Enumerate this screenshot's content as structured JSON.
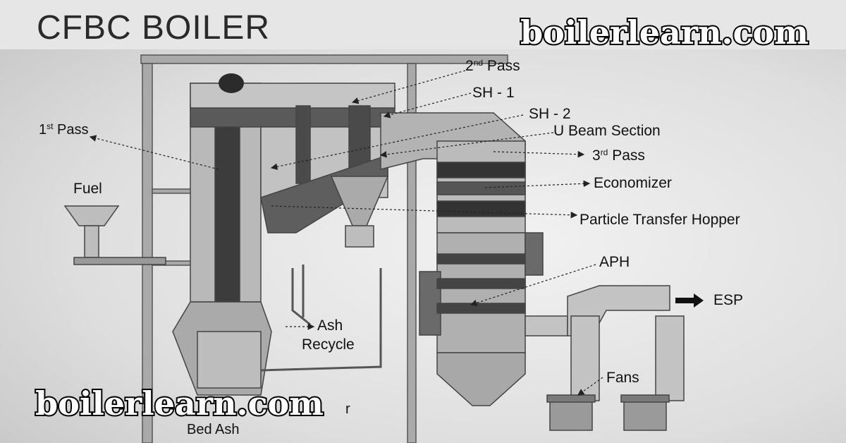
{
  "title": "CFBC BOILER",
  "watermark_top": "boilerlearn.com",
  "watermark_bottom": "boilerlearn.com",
  "labels": {
    "first_pass_base": "1",
    "first_pass_sup": "st",
    "first_pass_rest": " Pass",
    "second_pass_base": "2",
    "second_pass_sup": "nd",
    "second_pass_rest": " Pass",
    "third_pass_base": "3",
    "third_pass_sup": "rd",
    "third_pass_rest": " Pass",
    "sh1": "SH - 1",
    "sh2": "SH - 2",
    "u_beam": "U Beam Section",
    "economizer": "Economizer",
    "particle_hopper": "Particle Transfer Hopper",
    "fuel": "Fuel",
    "aph": "APH",
    "esp": "ESP",
    "ash_recycle_1": "Ash",
    "ash_recycle_2": "Recycle",
    "fans": "Fans",
    "bed_ash": "Bed Ash",
    "air_partial": "r"
  }
}
